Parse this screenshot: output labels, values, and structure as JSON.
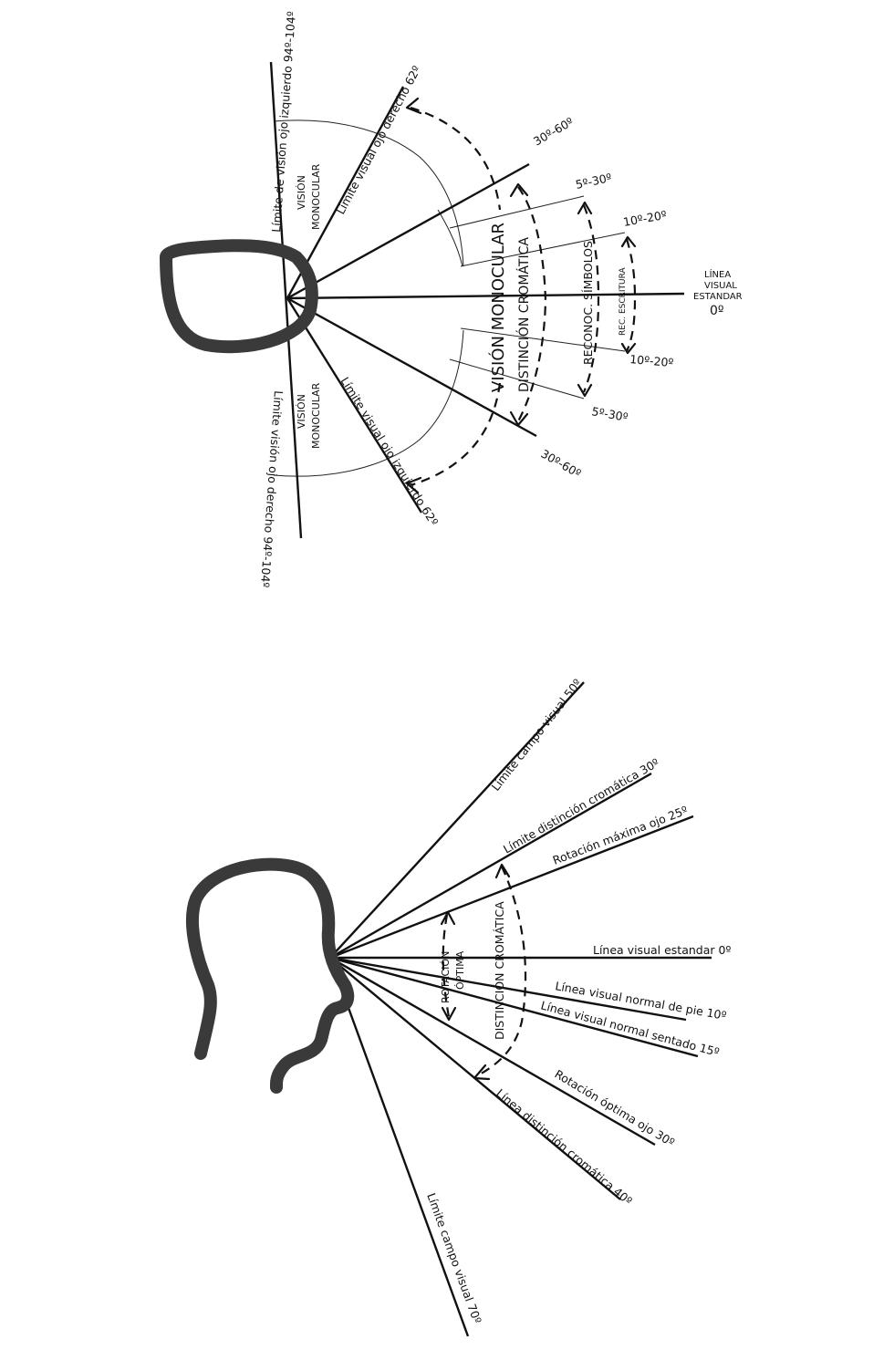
{
  "top": {
    "lim_left_94": "Límite de visión ojo izquierdo 94º-104º",
    "lim_right_94": "Límite visión ojo derecho 94º-104º",
    "lim_right_62": "Límite visual ojo derecho 62º",
    "lim_left_62": "Límite visual ojo izquierdo 62º",
    "mono_a1": "VISIÓN",
    "mono_a2": "MONOCULAR",
    "mono_b1": "VISIÓN",
    "mono_b2": "MONOCULAR",
    "vision_monocular": "VISIÓN MONOCULAR",
    "distincion_cromatica": "DISTINCIÓN CROMÁTICA",
    "reconoc_simbolos": "RECONOC. SÍMBOLOS",
    "rec_escritura": "REC. ESCRITURA",
    "deg_30_60_top": "30º-60º",
    "deg_30_60_bot": "30º-60º",
    "deg_5_30_top": "5º-30º",
    "deg_5_30_bot": "5º-30º",
    "deg_10_20_top": "10º-20º",
    "deg_10_20_bot": "10º-20º",
    "linea_1": "LÍNEA",
    "linea_2": "VISUAL",
    "linea_3": "ESTANDAR",
    "linea_4": "0º"
  },
  "bottom": {
    "lim_campo_50": "Límite campo visual 50º",
    "lim_distincion_30": "Límite distinción cromática 30º",
    "rotacion_max_25": "Rotación máxima ojo 25º",
    "linea_estandar_0": "Línea visual estandar 0º",
    "linea_pie_10": "Línea visual normal de pie 10º",
    "linea_sentado_15": "Línea visual normal sentado 15º",
    "rotacion_optima_30": "Rotación óptima ojo 30º",
    "linea_distincion_40": "Línea distinción cromática 40º",
    "lim_campo_70": "Límite campo visual 70º",
    "rotacion_1": "ROTACIÓN",
    "rotacion_2": "ÓPTIMA",
    "distincion_cromatica": "DISTINCIÓN CROMÁTICA"
  }
}
